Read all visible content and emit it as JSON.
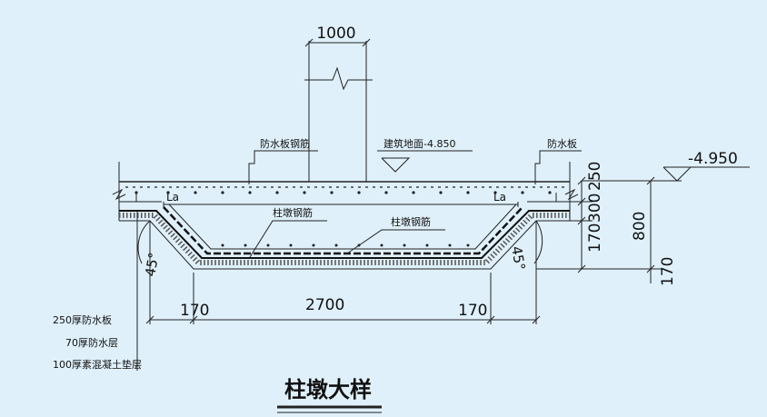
{
  "title": "柱墩大样",
  "dimensions": {
    "column_width": "1000",
    "bottom_width": "2700",
    "left_offset": "170",
    "right_offset": "170",
    "angle_left": "45°",
    "angle_right": "45°",
    "right_stack": [
      "170",
      "300",
      "250"
    ],
    "right_total": "800",
    "right_bottom": "170"
  },
  "labels": {
    "waterproof_rebar": "防水板钢筋",
    "building_ground": "建筑地面-4.850",
    "waterproof_board": "防水板",
    "elevation": "-4.950",
    "pier_rebar_left": "柱墩钢筋",
    "pier_rebar_right": "柱墩钢筋",
    "la_left": "La",
    "la_right": "La"
  },
  "legend": [
    "250厚防水板",
    "70厚防水层",
    "100厚素混凝土垫层"
  ],
  "colors": {
    "background": "#dff0fa",
    "line": "#222222"
  }
}
